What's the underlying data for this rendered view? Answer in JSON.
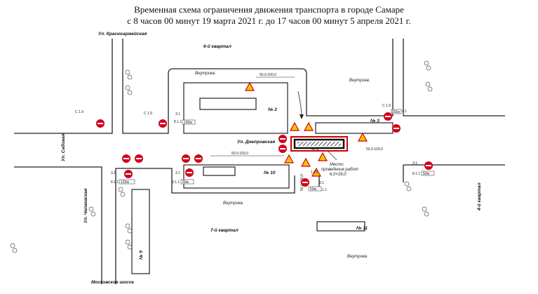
{
  "title": {
    "line1": "Временная схема ограничения движения транспорта в городе Самаре",
    "line2": "с 8 часов 00 минут 19 марта 2021 г. до 17 часов 00 минут 5 апреля 2021 г."
  },
  "streets": {
    "krasnoarmeyskaya": "Ул. Красноармейская",
    "sadovaya": "Ул. Садовая",
    "dnepr": "Ул. Днепровская",
    "chapaevskaya": "Ул. Чапаевская",
    "moskovskoe": "Московское шоссе",
    "kvartal6": "6-й квартал",
    "kvartal4": "4-й квартал",
    "kvartal7": "7-й квартал",
    "vnutr1": "Внутрикв.",
    "vnutr2": "Внутрикв.",
    "vnutr3": "Внутрикв.",
    "vnutr4": "Внутрикв."
  },
  "blocks": {
    "b2": "№ 2",
    "b3": "№ 3",
    "b10": "№ 10",
    "b11": "№ 11",
    "b9": "№ 9"
  },
  "worksite": {
    "label_line1": "Место",
    "label_line2": "проведения работ",
    "label_line3": "6,0×29,0",
    "length": "40 м"
  },
  "signs": {
    "s31": "3.1",
    "s811": "8.1.1",
    "s125": "1.25",
    "s119": "С 1.9",
    "s41": "4.1",
    "dist50": "50м",
    "dist120": "120м",
    "dist100": "100м",
    "dist150": "150м",
    "range1": "50,0-100,0",
    "range2": "50,0-100,0",
    "range3": "50,0-100,0",
    "range4": "50,0-100,0"
  }
}
